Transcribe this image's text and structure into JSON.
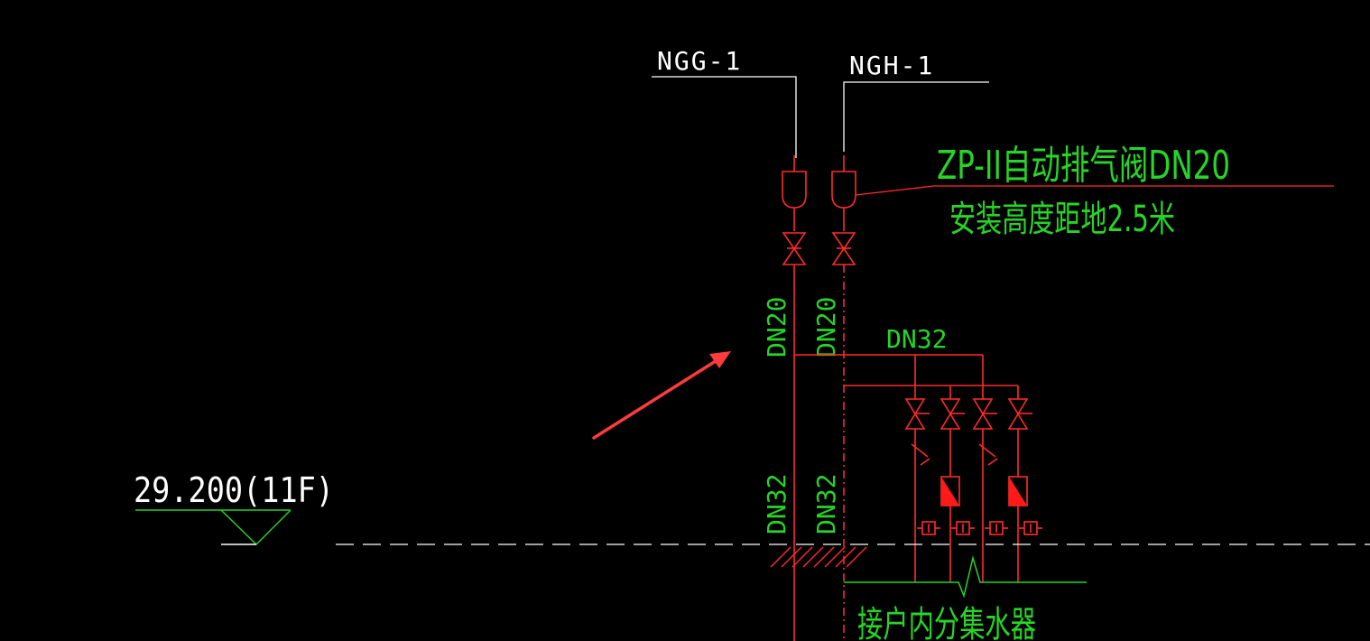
{
  "colors": {
    "background": "#000000",
    "pipe": "#ff2a2a",
    "leader": "#ffffff",
    "annotation": "#27d427",
    "arrow": "#ff3b3b"
  },
  "labels": {
    "supply_riser": "NGG-1",
    "return_riser": "NGH-1",
    "vent_valve": "ZP-II自动排气阀DN20",
    "vent_height": "安装高度距地2.5米",
    "supply_dn_upper": "DN20",
    "return_dn_upper": "DN20",
    "branch_dn": "DN32",
    "supply_dn_lower": "DN32",
    "return_dn_lower": "DN32",
    "elevation": "29.200(11F)",
    "manifold_note": "接户内分集水器"
  },
  "symbols": {
    "arrow": "red-pointer-arrow",
    "air_vent": "air-vent-valve-symbol",
    "gate_valve": "gate-valve-symbol",
    "balance_valve": "balancing-valve-symbol",
    "filter": "filter-symbol",
    "meter": "heat-meter-symbol",
    "floor_hatch": "floor-hatch",
    "elevation_marker": "elevation-triangle"
  }
}
